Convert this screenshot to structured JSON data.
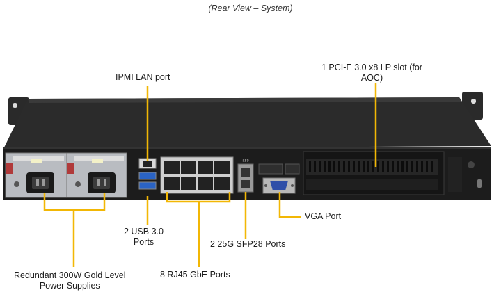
{
  "caption": "(Rear View – System)",
  "colors": {
    "callout_line": "#f2b705",
    "chassis": "#1c1c1c",
    "usb_port": "#2a63c4",
    "vga_port": "#2f4fa8",
    "psu_body": "#b9bcc1",
    "psu_latch": "#b03a3a"
  },
  "callouts": {
    "ipmi": "IPMI LAN port",
    "pcie_line1": "1 PCI-E 3.0 x8 LP slot (for",
    "pcie_line2": "AOC)",
    "usb_line1": "2 USB 3.0",
    "usb_line2": "Ports",
    "sfp": "2 25G SFP28 Ports",
    "vga": "VGA Port",
    "rj45": "8 RJ45 GbE Ports",
    "psu_line1": "Redundant  300W Gold Level",
    "psu_line2": "Power Supplies"
  },
  "components": {
    "sfp_cage_label": "SFP"
  }
}
